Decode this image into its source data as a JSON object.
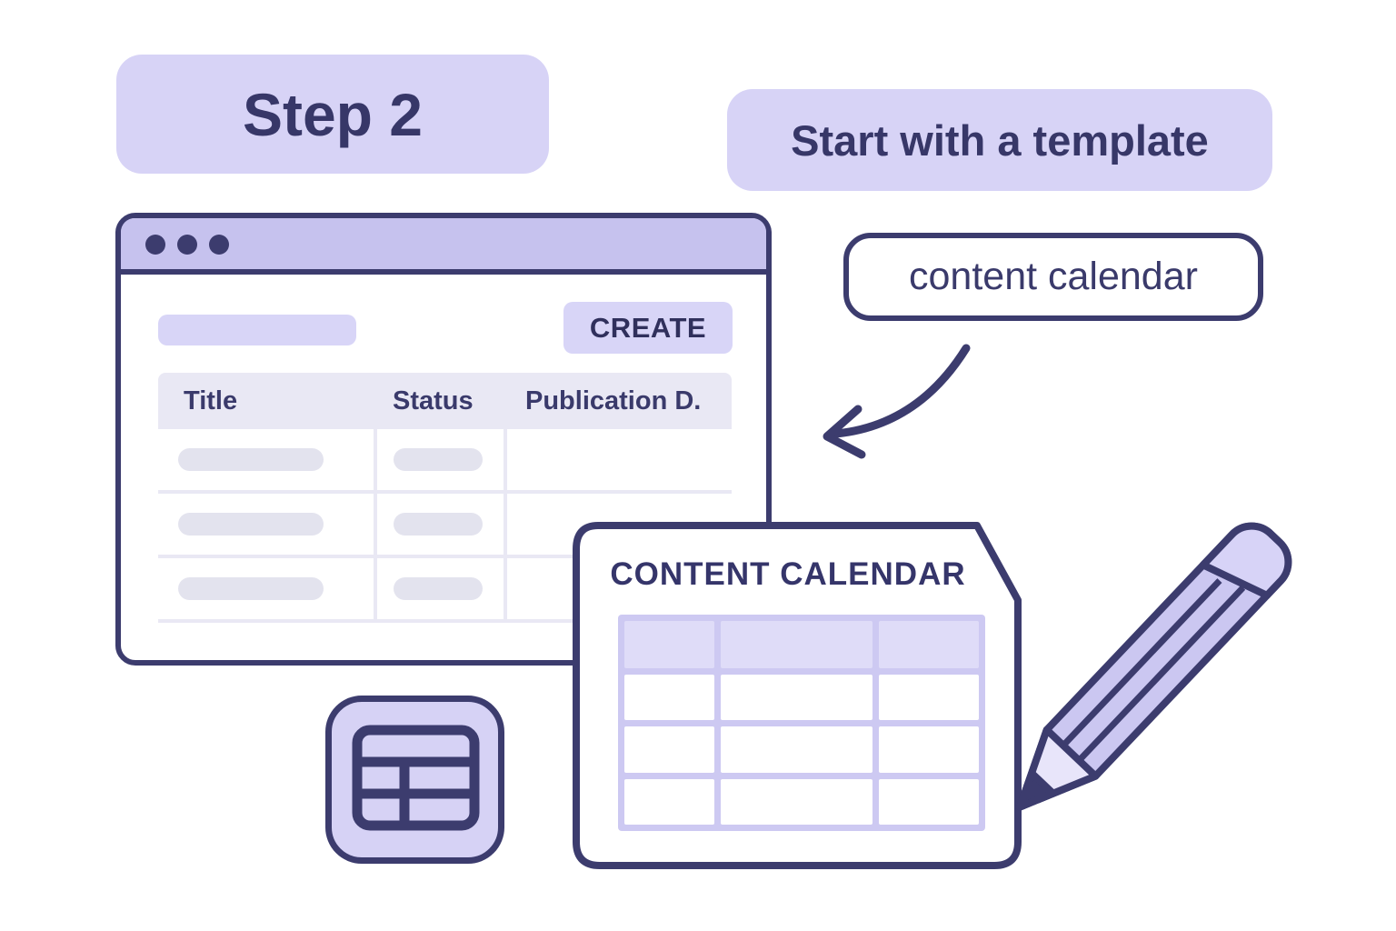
{
  "colors": {
    "background": "#ffffff",
    "navy_outline": "#3c3c6e",
    "navy_text": "#373768",
    "lavender_badge": "#d7d3f6",
    "lavender_titlebar": "#c6c2ee",
    "lavender_button": "#d8d5f7",
    "table_header_gray": "#e9e8f4",
    "placeholder_gray": "#e3e3ee",
    "calendar_grid_lavender": "#cdc9f2",
    "calendar_header_fill": "#dfdcf8",
    "pencil_body": "#cbc7f1"
  },
  "badges": {
    "step": {
      "label": "Step 2"
    },
    "template": {
      "label": "Start with a template"
    }
  },
  "search_tag": {
    "label": "content calendar"
  },
  "browser_window": {
    "window_controls": "three-dots",
    "create_button_label": "CREATE",
    "table": {
      "columns": [
        "Title",
        "Status",
        "Publication D."
      ],
      "placeholder_row_count": 3
    }
  },
  "calendar_document": {
    "title": "CONTENT CALENDAR",
    "table": {
      "column_count": 3,
      "header_rows": 1,
      "body_row_count": 3
    }
  },
  "icons": {
    "table_icon": "table-grid",
    "pencil_icon": "pencil",
    "arrow_icon": "curved-arrow-down-left",
    "window_dots_icon": "three-dots"
  }
}
